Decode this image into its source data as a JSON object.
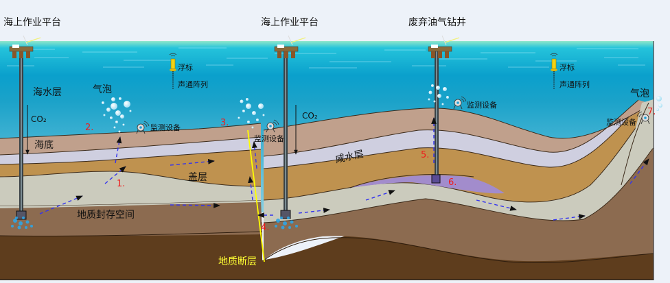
{
  "diagram": {
    "title_labels": {
      "platform_left": "海上作业平台",
      "platform_mid": "海上作业平台",
      "abandoned_well": "废弃油气钻井"
    },
    "water_labels": {
      "seawater_layer": "海水层",
      "bubbles_left": "气泡",
      "bubbles_right": "气泡",
      "co2_left": "CO₂",
      "co2_mid": "CO₂",
      "seabed": "海底",
      "buoy_left": "浮标",
      "array_left": "声通阵列",
      "buoy_right": "浮标",
      "array_right": "声通阵列"
    },
    "monitor_labels": {
      "m1": "监测设备",
      "m2": "监测设备",
      "m3": "监测设备",
      "m4": "监测设备"
    },
    "geo_labels": {
      "caprock": "盖层",
      "saline_aquifer": "咸水层",
      "storage_space": "地质封存空间",
      "fault": "地质断层"
    },
    "leak_points": [
      "1.",
      "2.",
      "3.",
      "4.",
      "5.",
      "6.",
      "7."
    ],
    "colors": {
      "sky": "#edf2f9",
      "sea_top": "#1bb6d6",
      "sea_bottom": "#7fcde3",
      "seabed_layer": "#c0a08c",
      "saline_layer": "#cfcfe0",
      "caprock_layer": "#bf924f",
      "storage_layer": "#cbcbbd",
      "lower_layer": "#8c6b50",
      "bedrock": "#5e3d1d",
      "gas_reservoir": "#a28ccc",
      "fault": "#ffff00",
      "flow_arrow": "#3333ee",
      "leak_number": "#ee1c1c"
    }
  }
}
